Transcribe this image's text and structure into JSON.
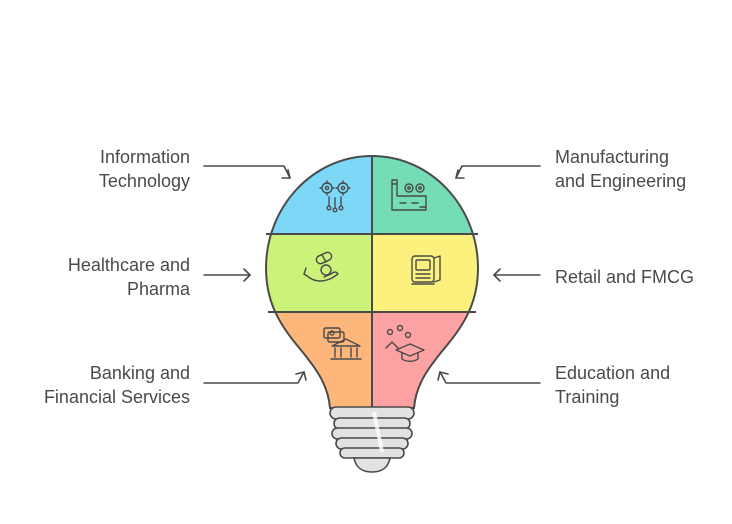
{
  "sectors": [
    {
      "id": "it",
      "line1": "Information",
      "line2": "Technology",
      "color": "#7dd7f7",
      "icon": "gears-network-icon"
    },
    {
      "id": "mfg",
      "line1": "Manufacturing",
      "line2": "and Engineering",
      "color": "#74ddb6",
      "icon": "factory-icon"
    },
    {
      "id": "health",
      "line1": "Healthcare and",
      "line2": "Pharma",
      "color": "#cdf27a",
      "icon": "pill-hand-icon"
    },
    {
      "id": "retail",
      "line1": "Retail and FMCG",
      "line2": "",
      "color": "#fdf17e",
      "icon": "payment-terminal-icon"
    },
    {
      "id": "bank",
      "line1": "Banking and",
      "line2": "Financial Services",
      "color": "#fdb77b",
      "icon": "bank-money-icon"
    },
    {
      "id": "edu",
      "line1": "Education and",
      "line2": "Training",
      "color": "#fca2a2",
      "icon": "graduation-cap-icon"
    }
  ],
  "colors": {
    "outline": "#4a4a4a",
    "base_fill": "#e2e2e2",
    "text": "#4a4a4a"
  }
}
